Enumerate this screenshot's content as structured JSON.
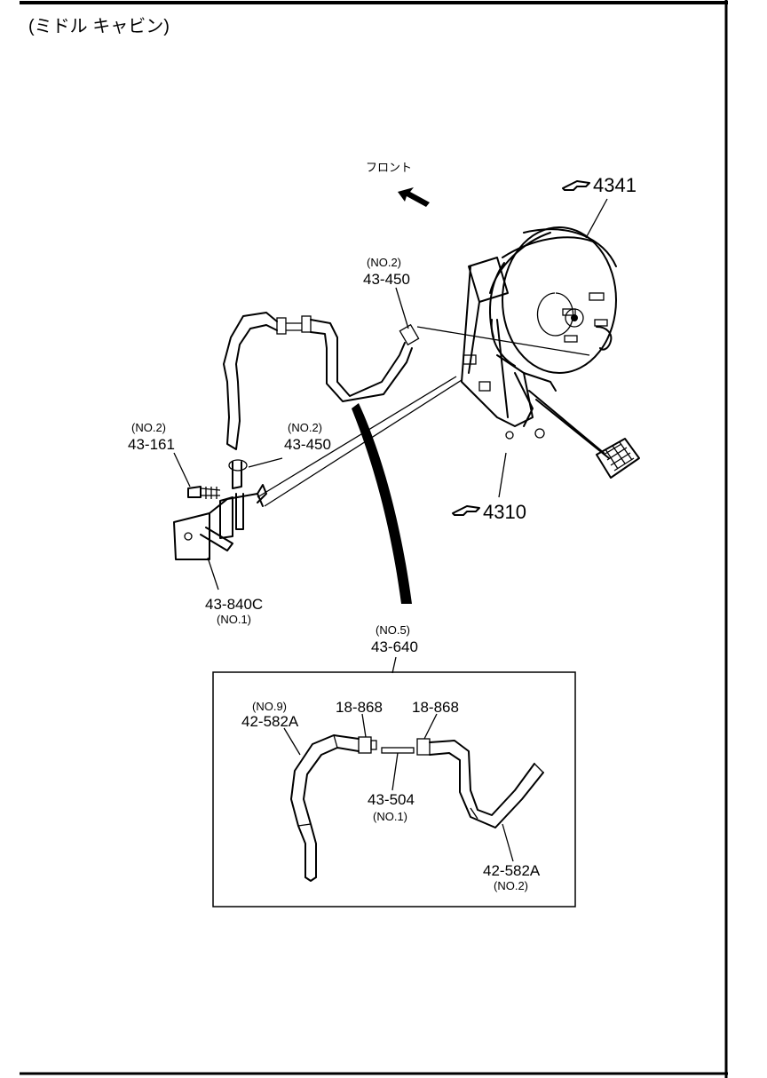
{
  "header": {
    "title": "(ミドル キャビン)"
  },
  "front_label": "フロント",
  "refs": [
    {
      "id": "ref-4341",
      "icon": "pointing-hand-icon",
      "code": "4341"
    },
    {
      "id": "ref-4310",
      "icon": "pointing-hand-icon",
      "code": "4310"
    }
  ],
  "parts": {
    "p43_450_top": {
      "no": "(NO.2)",
      "code": "43-450"
    },
    "p43_161": {
      "no": "(NO.2)",
      "code": "43-161"
    },
    "p43_450_mid": {
      "no": "(NO.2)",
      "code": "43-450"
    },
    "p43_840c": {
      "code": "43-840C",
      "no": "(NO.1)"
    },
    "p43_640": {
      "no": "(NO.5)",
      "code": "43-640"
    },
    "p42_582a_left": {
      "no": "(NO.9)",
      "code": "42-582A"
    },
    "p18_868_left": {
      "code": "18-868"
    },
    "p18_868_right": {
      "code": "18-868"
    },
    "p43_504": {
      "code": "43-504",
      "no": "(NO.1)"
    },
    "p42_582a_right": {
      "code": "42-582A",
      "no": "(NO.2)"
    }
  }
}
